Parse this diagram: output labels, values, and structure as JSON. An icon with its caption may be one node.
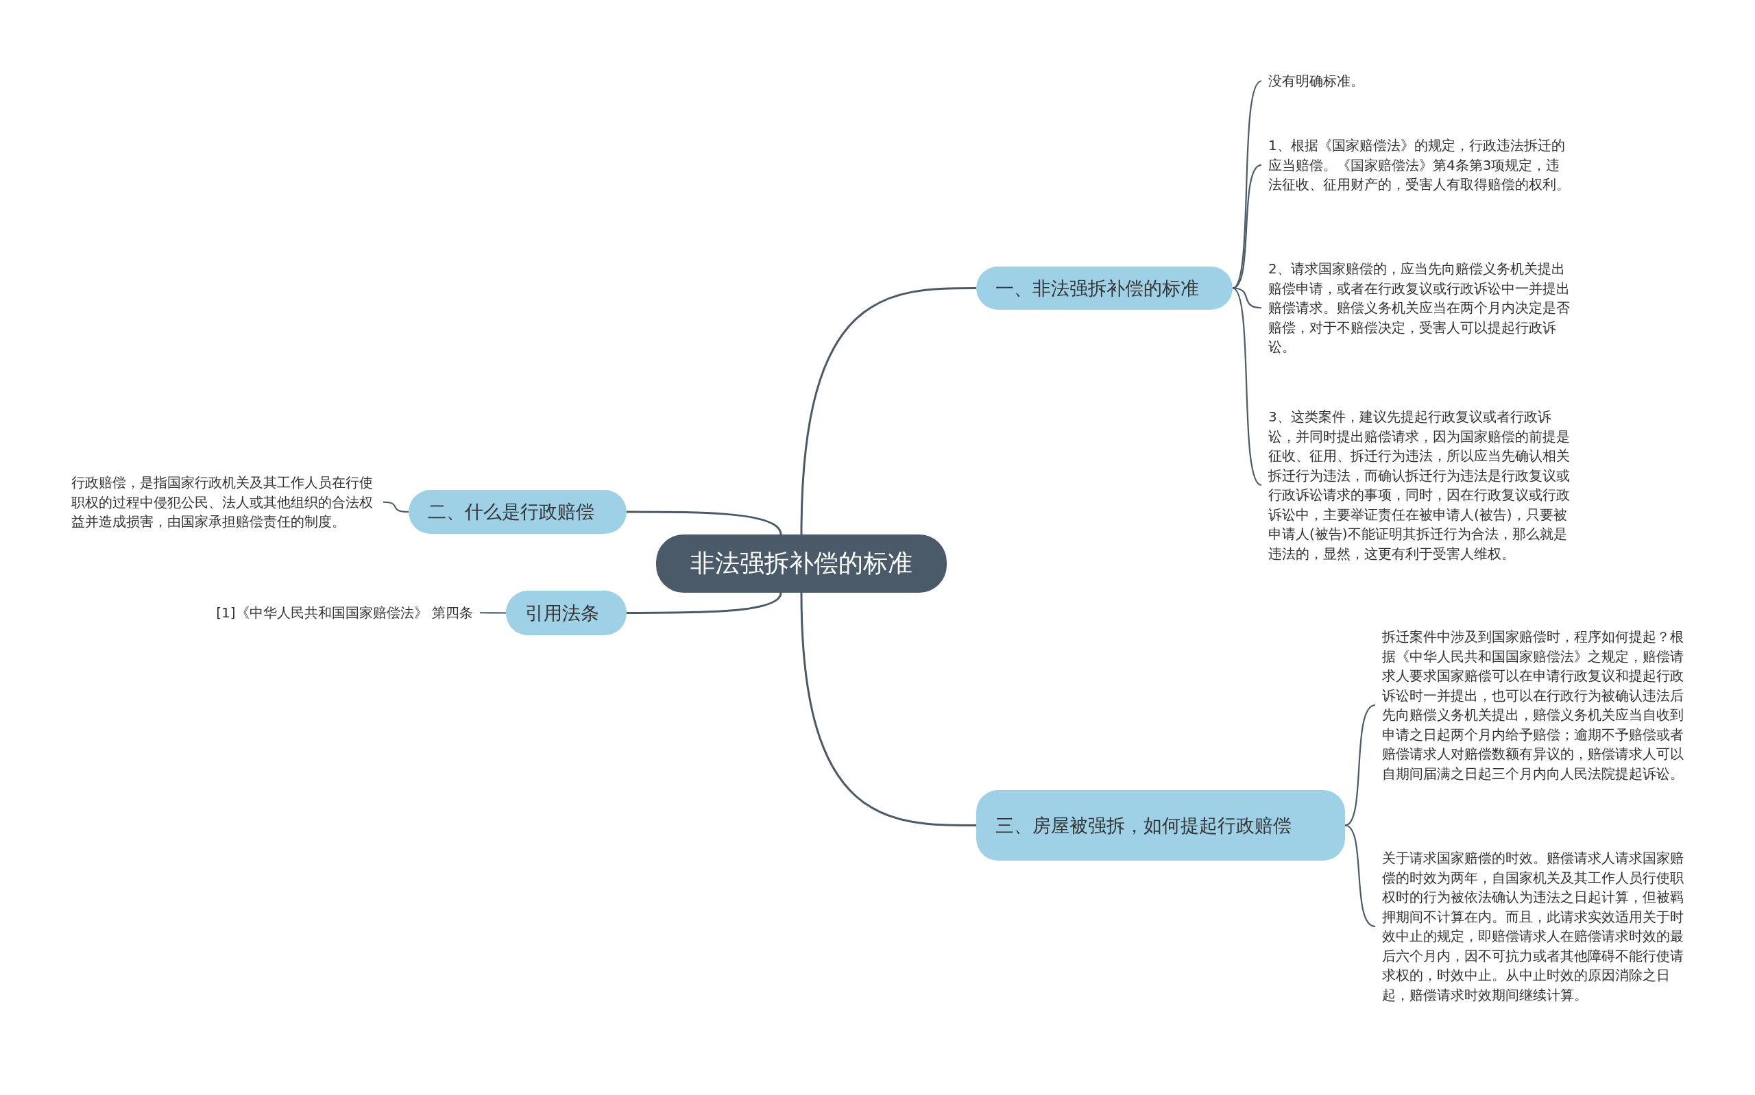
{
  "diagram": {
    "nodes": [
      {
        "text": [
          "非法强拆补偿的标准"
        ]
      },
      {
        "text": [
          "一、非法强拆补偿的标准"
        ]
      },
      {
        "text": [
          "没有明确标准。"
        ]
      },
      {
        "text": [
          "1、根据《国家赔偿法》的规定，行政违法拆迁的应当赔偿。《国家赔偿法》第4条第3项规定，违法征收、征用财产的，受害人有取得赔偿的权利。"
        ]
      },
      {
        "text": [
          "2、请求国家赔偿的，应当先向赔偿义务机关提出赔偿申请，或者在行政复议或行政诉讼中一并提出赔偿请求。赔偿义务机关应当在两个月内决定是否赔偿，对于不赔偿决定，受害人可以提起行政诉讼。"
        ]
      },
      {
        "text": [
          "3、这类案件，建议先提起行政复议或者行政诉讼，并同时提出赔偿请求，因为国家赔偿的前提是征收、征用、拆迁行为违法，所以应当先确认相关拆迁行为违法，而确认拆迁行为违法是行政复议或行政诉讼请求的事项，同时，因在行政复议或行政诉讼中，主要举证责任在被申请人(被告)，只要被申请人(被告)不能证明其拆迁行为合法，那么就是违法的，显然，这更有利于受害人维权。"
        ]
      },
      {
        "text": [
          "二、什么是行政赔偿"
        ]
      },
      {
        "text": [
          "行政赔偿，是指国家行政机关及其工作人员在行使职权的过程中侵犯公民、法人或其他组织的合法权益并造成损害，由国家承担赔偿责任的制度。"
        ]
      },
      {
        "text": [
          "引用法条"
        ]
      },
      {
        "text": [
          "[1]《中华人民共和国国家赔偿法》 第四条"
        ]
      },
      {
        "text": [
          "三、房屋被强拆，如何提起行政赔偿"
        ]
      },
      {
        "text": [
          "拆迁案件中涉及到国家赔偿时，程序如何提起？根据《中华人民共和国国家赔偿法》之规定，赔偿请求人要求国家赔偿可以在申请行政复议和提起行政诉讼时一并提出，也可以在行政行为被确认违法后先向赔偿义务机关提出，赔偿义务机关应当自收到申请之日起两个月内给予赔偿；逾期不予赔偿或者赔偿请求人对赔偿数额有异议的，赔偿请求人可以自期间届满之日起三个月内向人民法院提起诉讼。"
        ]
      },
      {
        "text": [
          "关于请求国家赔偿的时效。赔偿请求人请求国家赔偿的时效为两年，自国家机关及其工作人员行使职权时的行为被依法确认为违法之日起计算，但被羁押期间不计算在内。而且，此请求实效适用关于时效中止的规定，即赔偿请求人在赔偿请求时效的最后六个月内，因不可抗力或者其他障碍不能行使请求权的，时效中止。从中止时效的原因消除之日起，赔偿请求时效期间继续计算。"
        ]
      }
    ],
    "edges": [
      {
        "from": 0,
        "to": 1,
        "arrow": "none"
      },
      {
        "from": 0,
        "to": 6,
        "arrow": "none"
      },
      {
        "from": 0,
        "to": 8,
        "arrow": "none"
      },
      {
        "from": 0,
        "to": 10,
        "arrow": "none"
      },
      {
        "from": 1,
        "to": 2,
        "arrow": "none"
      },
      {
        "from": 1,
        "to": 3,
        "arrow": "none"
      },
      {
        "from": 1,
        "to": 4,
        "arrow": "none"
      },
      {
        "from": 1,
        "to": 5,
        "arrow": "none"
      },
      {
        "from": 6,
        "to": 7,
        "arrow": "none"
      },
      {
        "from": 8,
        "to": 9,
        "arrow": "none"
      },
      {
        "from": 10,
        "to": 11,
        "arrow": "none"
      },
      {
        "from": 10,
        "to": 12,
        "arrow": "none"
      }
    ]
  }
}
